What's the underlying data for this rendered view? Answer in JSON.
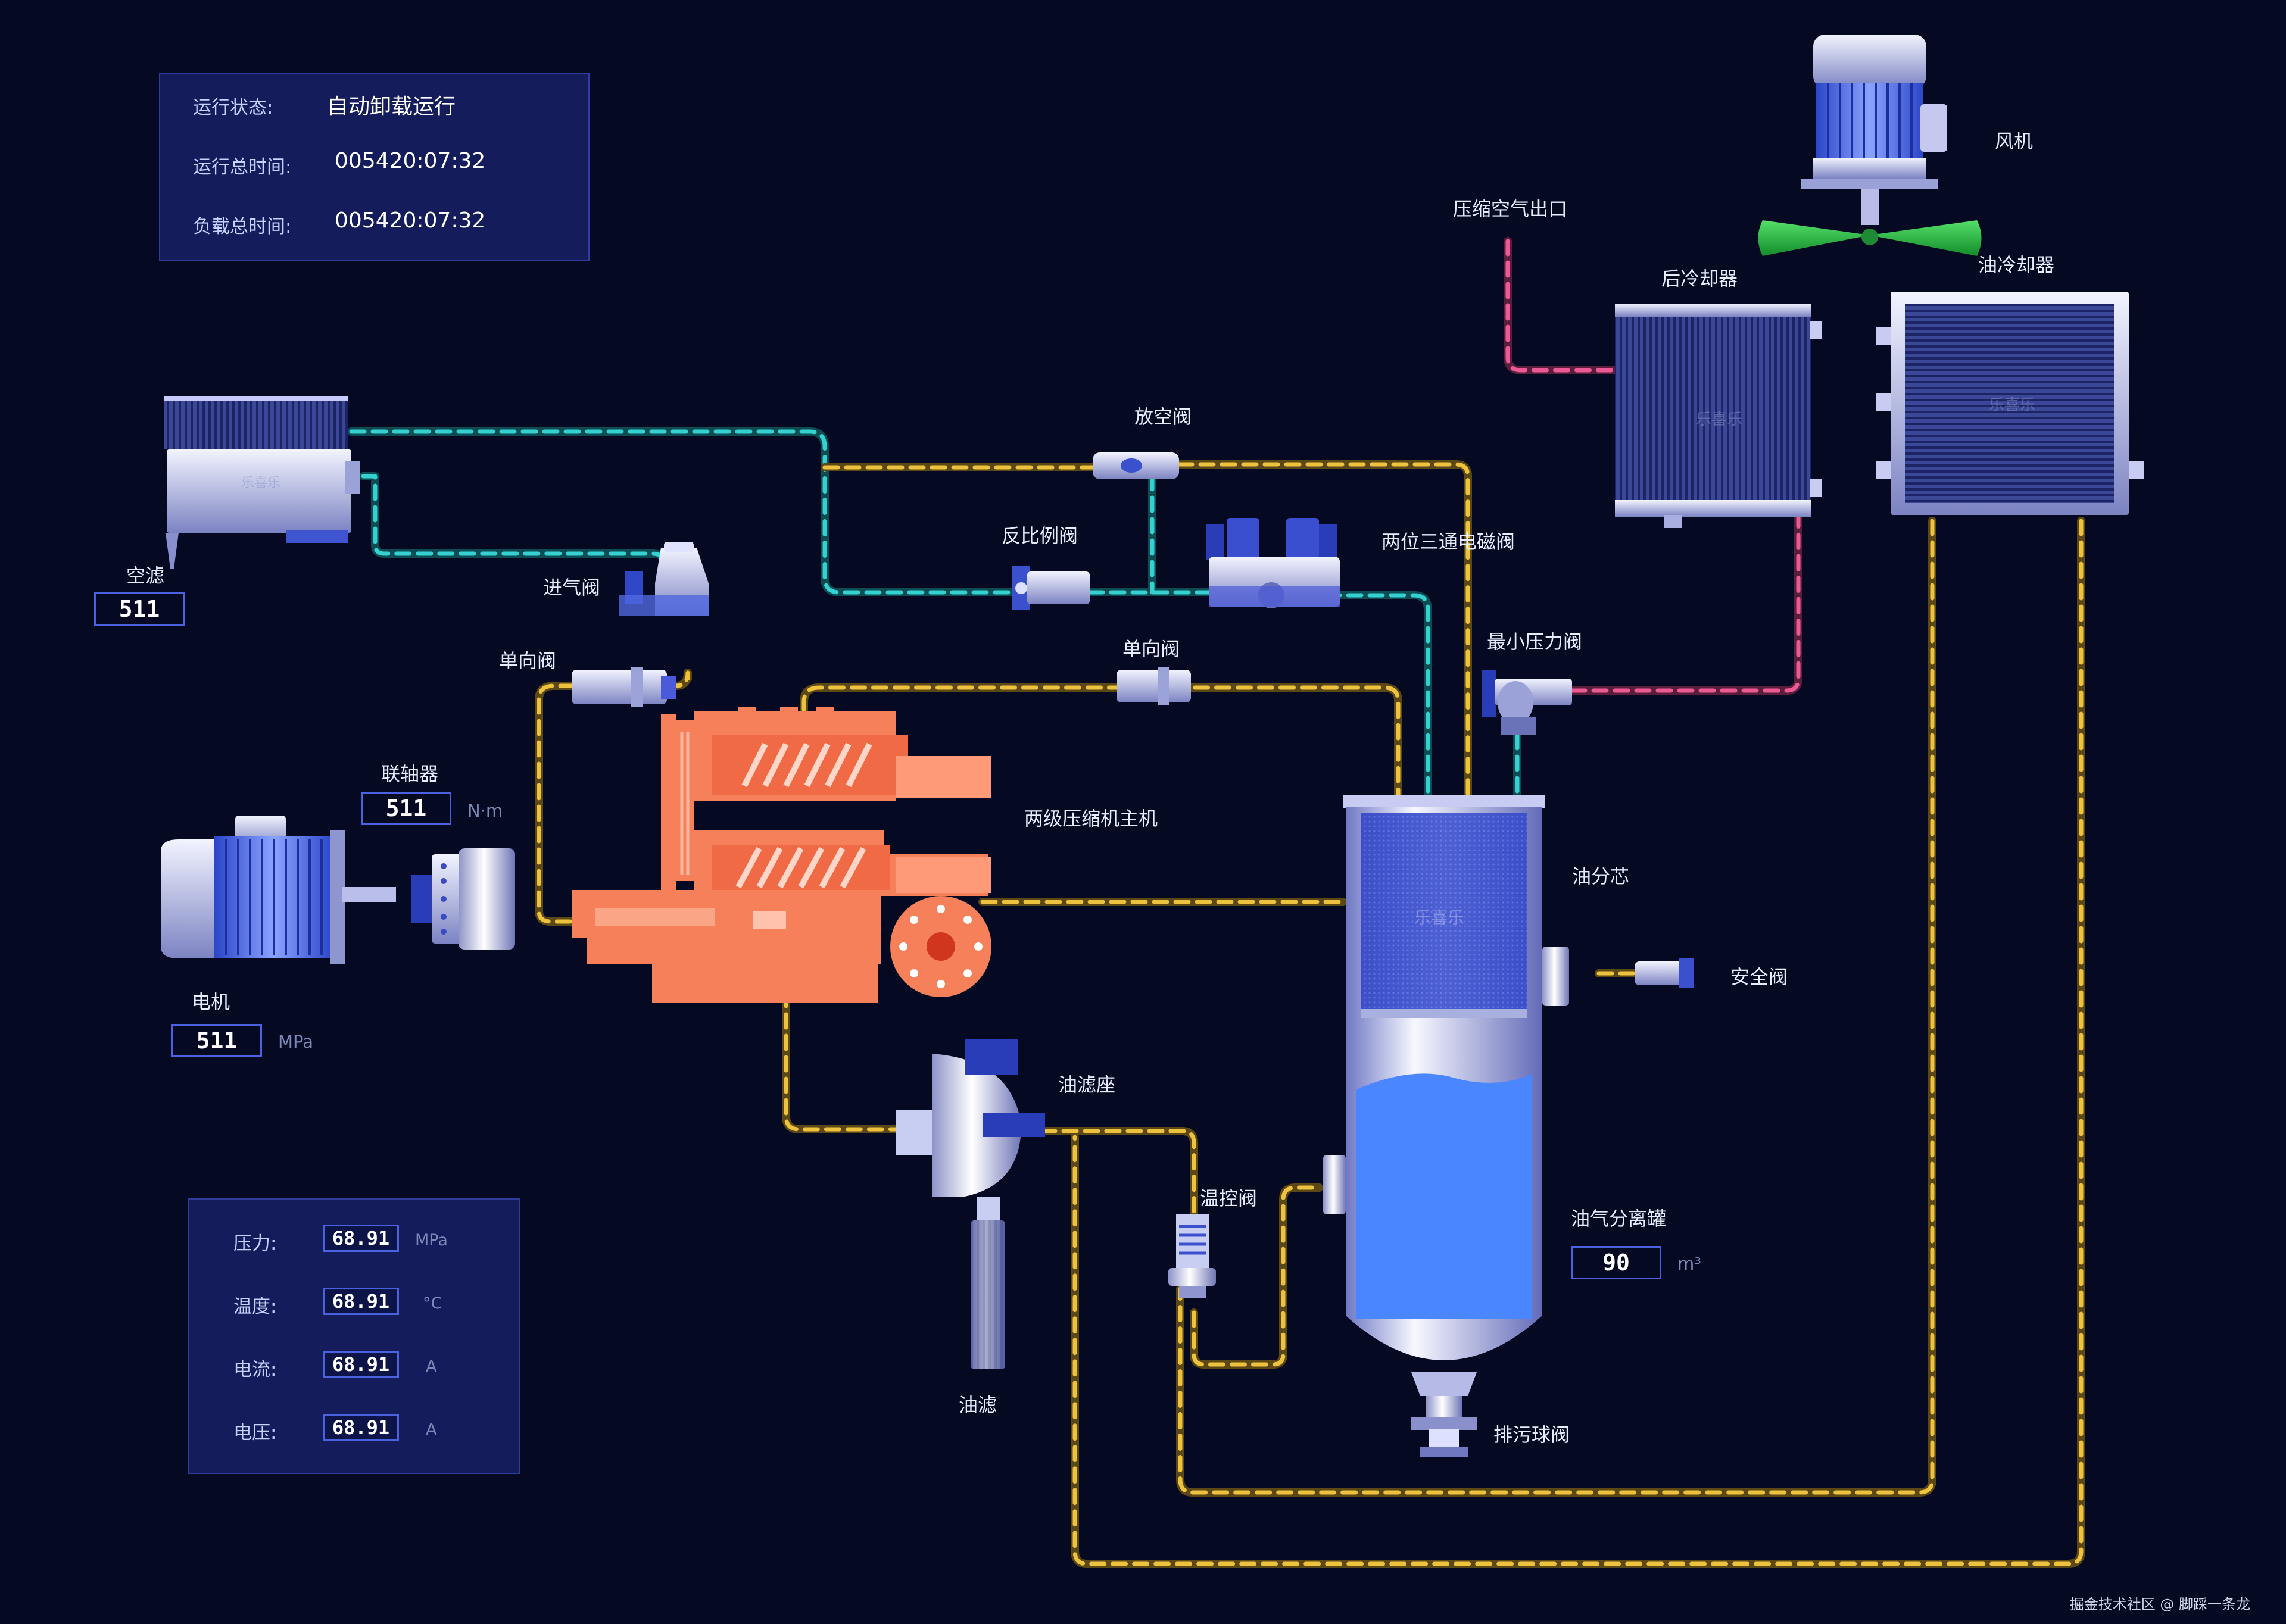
{
  "status_panel": {
    "rows": [
      {
        "label": "运行状态:",
        "value": "自动卸载运行"
      },
      {
        "label": "运行总时间:",
        "value": "005420:07:32"
      },
      {
        "label": "负载总时间:",
        "value": "005420:07:32"
      }
    ]
  },
  "readings_panel": {
    "rows": [
      {
        "label": "压力:",
        "value": "68.91",
        "unit": "MPa"
      },
      {
        "label": "温度:",
        "value": "68.91",
        "unit": "°C"
      },
      {
        "label": "电流:",
        "value": "68.91",
        "unit": "A"
      },
      {
        "label": "电压:",
        "value": "68.91",
        "unit": "A"
      }
    ]
  },
  "components": {
    "air_filter": {
      "label": "空滤",
      "value": "511"
    },
    "intake_valve": {
      "label": "进气阀"
    },
    "check_valve_left": {
      "label": "单向阀"
    },
    "coupling": {
      "label": "联轴器",
      "value": "511",
      "unit": "N·m"
    },
    "motor": {
      "label": "电机",
      "value": "511",
      "unit": "MPa"
    },
    "main_compressor": {
      "label": "两级压缩机主机"
    },
    "vent_valve": {
      "label": "放空阀"
    },
    "proportional_valve": {
      "label": "反比例阀"
    },
    "solenoid_valve": {
      "label": "两位三通电磁阀"
    },
    "check_valve_mid": {
      "label": "单向阀"
    },
    "min_pressure_valve": {
      "label": "最小压力阀"
    },
    "compressed_air_outlet": {
      "label": "压缩空气出口"
    },
    "aftercooler": {
      "label": "后冷却器"
    },
    "fan": {
      "label": "风机"
    },
    "oil_cooler": {
      "label": "油冷却器"
    },
    "separator_core": {
      "label": "油分芯"
    },
    "safety_valve": {
      "label": "安全阀"
    },
    "separator_tank": {
      "label": "油气分离罐",
      "value": "90",
      "unit": "m³"
    },
    "drain_valve": {
      "label": "排污球阀"
    },
    "oil_filter_seat": {
      "label": "油滤座"
    },
    "thermo_valve": {
      "label": "温控阀"
    },
    "oil_filter": {
      "label": "油滤"
    }
  },
  "watermark": "乐喜乐",
  "footer": "掘金技术社区 @ 脚踩一条龙",
  "colors": {
    "background": "#050a22",
    "air_pipe": "#1fb5b5",
    "oil_pipe": "#e0b636",
    "hot_air_pipe": "#e0508a",
    "compressor": "#f5805a",
    "oil_fill": "#4a86ff",
    "fan_blade": "#2fc24a"
  }
}
